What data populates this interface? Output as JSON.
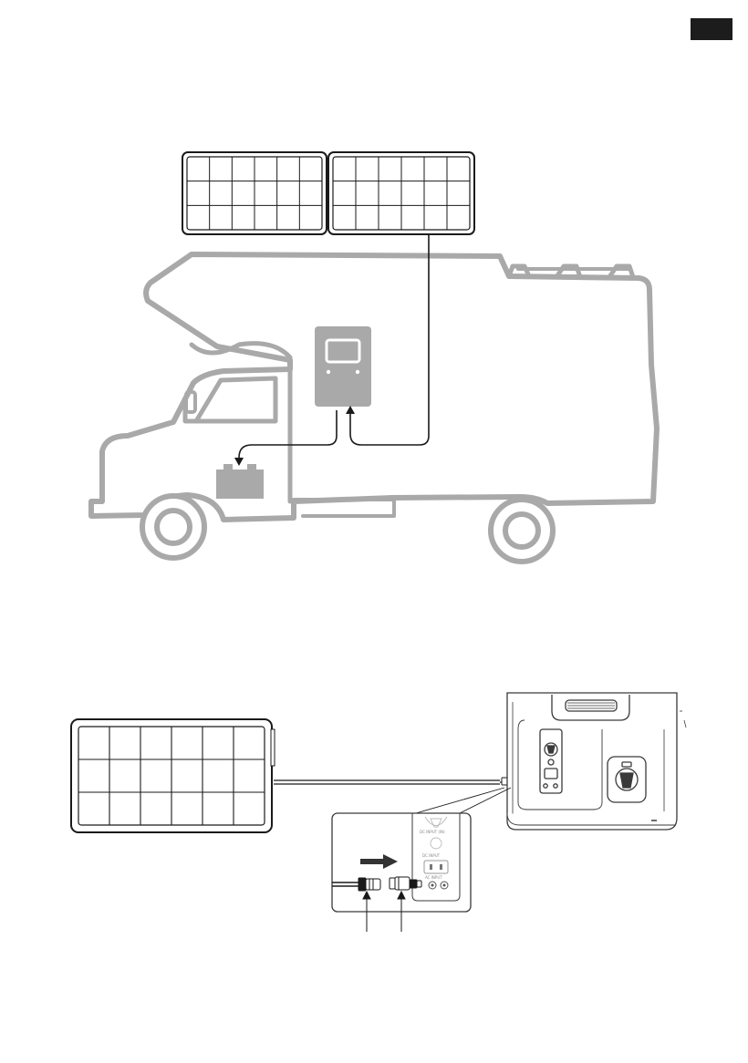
{
  "page_tab": {
    "color": "#1c1c1c"
  },
  "top_diagram": {
    "description_icons": [
      "solar-panel-icon",
      "solar-panel-icon",
      "motorhome-icon",
      "power-station-icon",
      "car-battery-icon"
    ],
    "solar_panel_grid": {
      "rows": 3,
      "cols": 6
    },
    "colors": {
      "rv_outline": "#a9a9a9",
      "device_fill": "#a9a9a9",
      "cable": "#1a1a1a"
    }
  },
  "bottom_diagram": {
    "solar_panel_grid": {
      "rows": 3,
      "cols": 6
    },
    "port_labels": {
      "dc_input_1": "DC INPUT (IN)",
      "dc_input_2": "DC INPUT",
      "ac_input": "AC INPUT"
    },
    "colors": {
      "outline": "#3a3a3a",
      "arrow": "#333333"
    }
  }
}
